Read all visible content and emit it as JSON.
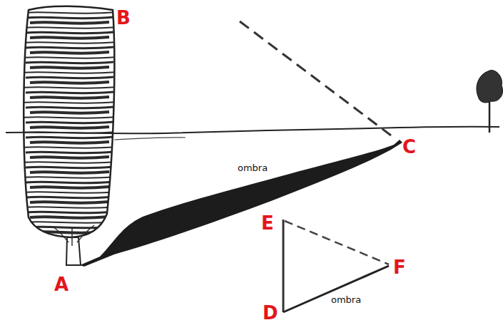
{
  "diagram": {
    "labels": [
      "B",
      "ombra",
      "C",
      "E",
      "F",
      "A",
      "D",
      "ombra"
    ]
  }
}
